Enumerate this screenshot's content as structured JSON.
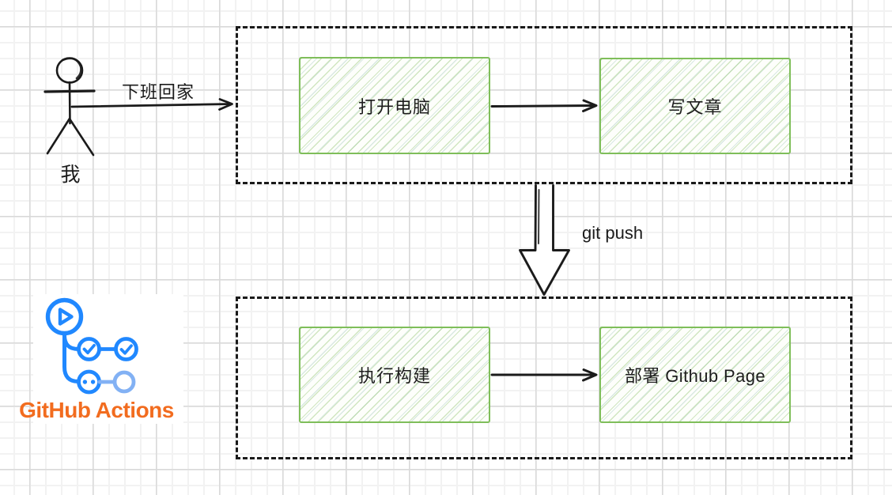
{
  "diagram": {
    "actor": {
      "name": "我"
    },
    "arrows": {
      "commute_label": "下班回家",
      "push_label": "git push"
    },
    "local_stage": {
      "steps": [
        {
          "label": "打开电脑"
        },
        {
          "label": "写文章"
        }
      ]
    },
    "ci_stage": {
      "steps": [
        {
          "label": "执行构建"
        },
        {
          "label": "部署 Github Page"
        }
      ]
    },
    "logo": {
      "caption": "GitHub Actions"
    }
  },
  "icons": {
    "actor": "stick-figure-icon",
    "logo": "github-actions-icon",
    "push": "big-down-arrow-icon"
  },
  "colors": {
    "ink": "#1b1b1b",
    "node_border": "#7fbe5a",
    "node_hatch_green": "#cfe3c4",
    "node_hatch_teal": "#d2e3dd",
    "logo_blue": "#2088ff",
    "logo_light_blue": "#82b1f4",
    "logo_orange": "#f26c1f",
    "grid_minor": "#f2f2f2",
    "grid_major": "#d9d9d9"
  }
}
